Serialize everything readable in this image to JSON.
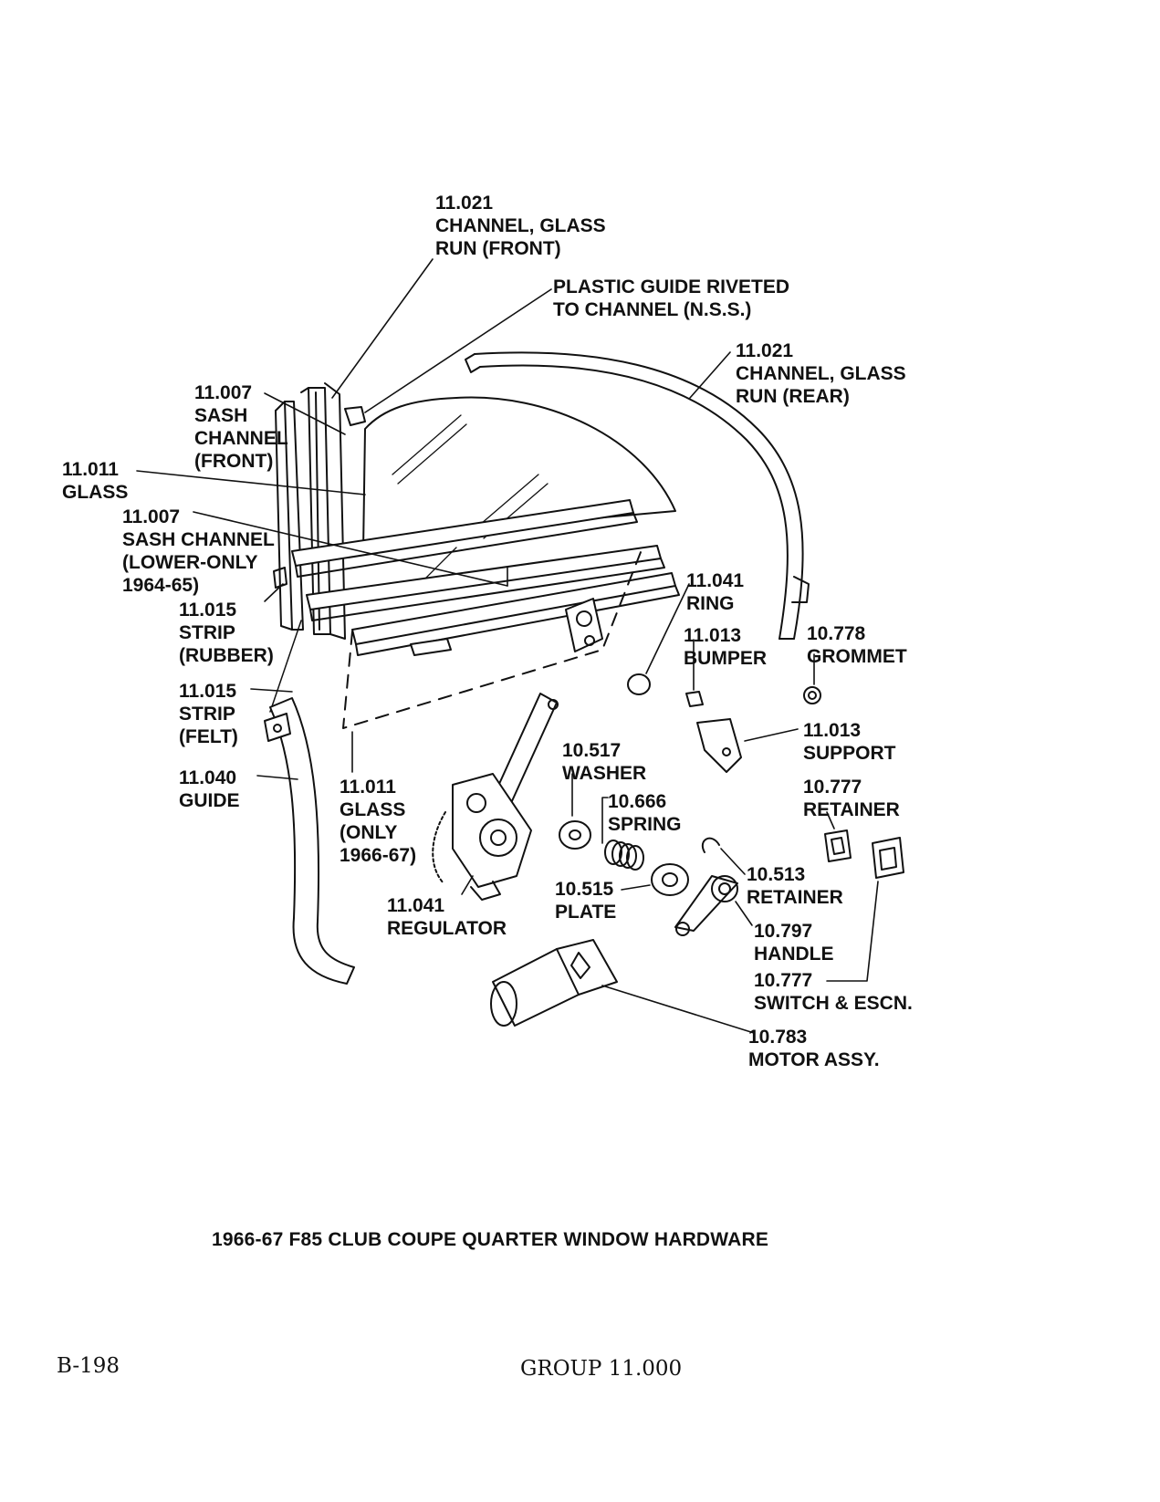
{
  "caption": "1966-67 F85 CLUB COUPE QUARTER WINDOW HARDWARE",
  "footer": {
    "page": "B-198",
    "group": "GROUP 11.000"
  },
  "callouts": {
    "channel_front": [
      "11.021",
      "CHANNEL, GLASS",
      "RUN (FRONT)"
    ],
    "plastic_guide": [
      "PLASTIC GUIDE RIVETED",
      "TO CHANNEL (N.S.S.)"
    ],
    "channel_rear": [
      "11.021",
      "CHANNEL, GLASS",
      "RUN (REAR)"
    ],
    "sash_front": [
      "11.007",
      "SASH",
      "CHANNEL",
      "(FRONT)"
    ],
    "glass": [
      "11.011",
      "GLASS"
    ],
    "sash_lower": [
      "11.007",
      "SASH CHANNEL",
      "(LOWER-ONLY",
      "1964-65)"
    ],
    "strip_rubber": [
      "11.015",
      "STRIP",
      "(RUBBER)"
    ],
    "strip_felt": [
      "11.015",
      "STRIP",
      "(FELT)"
    ],
    "guide": [
      "11.040",
      "GUIDE"
    ],
    "glass_only": [
      "11.011",
      "GLASS",
      "(ONLY",
      "1966-67)"
    ],
    "regulator": [
      "11.041",
      "REGULATOR"
    ],
    "ring": [
      "11.041",
      "RING"
    ],
    "bumper": [
      "11.013",
      "BUMPER"
    ],
    "grommet": [
      "10.778",
      "GROMMET"
    ],
    "support": [
      "11.013",
      "SUPPORT"
    ],
    "washer": [
      "10.517",
      "WASHER"
    ],
    "spring": [
      "10.666",
      "SPRING"
    ],
    "retainer_10777": [
      "10.777",
      "RETAINER"
    ],
    "retainer_10513": [
      "10.513",
      "RETAINER"
    ],
    "plate": [
      "10.515",
      "PLATE"
    ],
    "handle": [
      "10.797",
      "HANDLE"
    ],
    "switch": [
      "10.777",
      "SWITCH & ESCN."
    ],
    "motor": [
      "10.783",
      "MOTOR ASSY."
    ]
  }
}
